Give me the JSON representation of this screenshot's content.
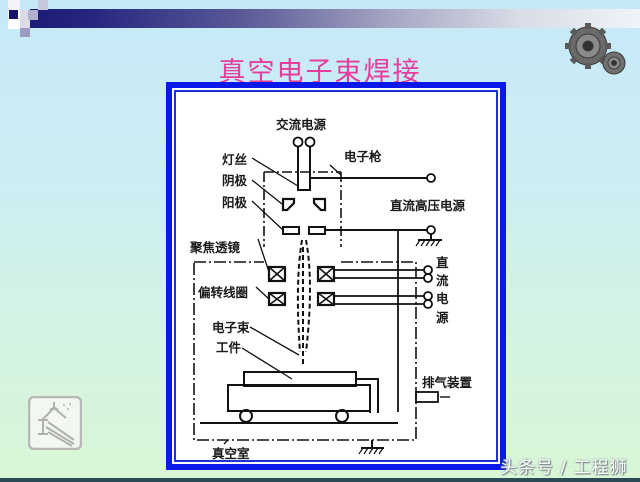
{
  "slide": {
    "title": "真空电子束焊接",
    "title_color": "#e83c9c",
    "frame_color": "#0a18e8"
  },
  "diagram": {
    "labels": {
      "ac_power": "交流电源",
      "filament": "灯丝",
      "cathode": "阴极",
      "anode": "阳极",
      "electron_gun": "电子枪",
      "dc_high_voltage": "直流高压电源",
      "focusing_lens": "聚焦透镜",
      "deflection_coil": "偏转线圈",
      "dc_power_1": "直",
      "dc_power_2": "流",
      "dc_power_3": "电",
      "dc_power_4": "源",
      "electron_beam": "电子束",
      "workpiece": "工件",
      "exhaust": "排气装置",
      "vacuum_chamber": "真空室"
    }
  },
  "decorations": {
    "top_right": "gears-icon",
    "bottom_left": "steel-beam-crane-icon"
  },
  "watermark": "头条号 / 工程狮"
}
